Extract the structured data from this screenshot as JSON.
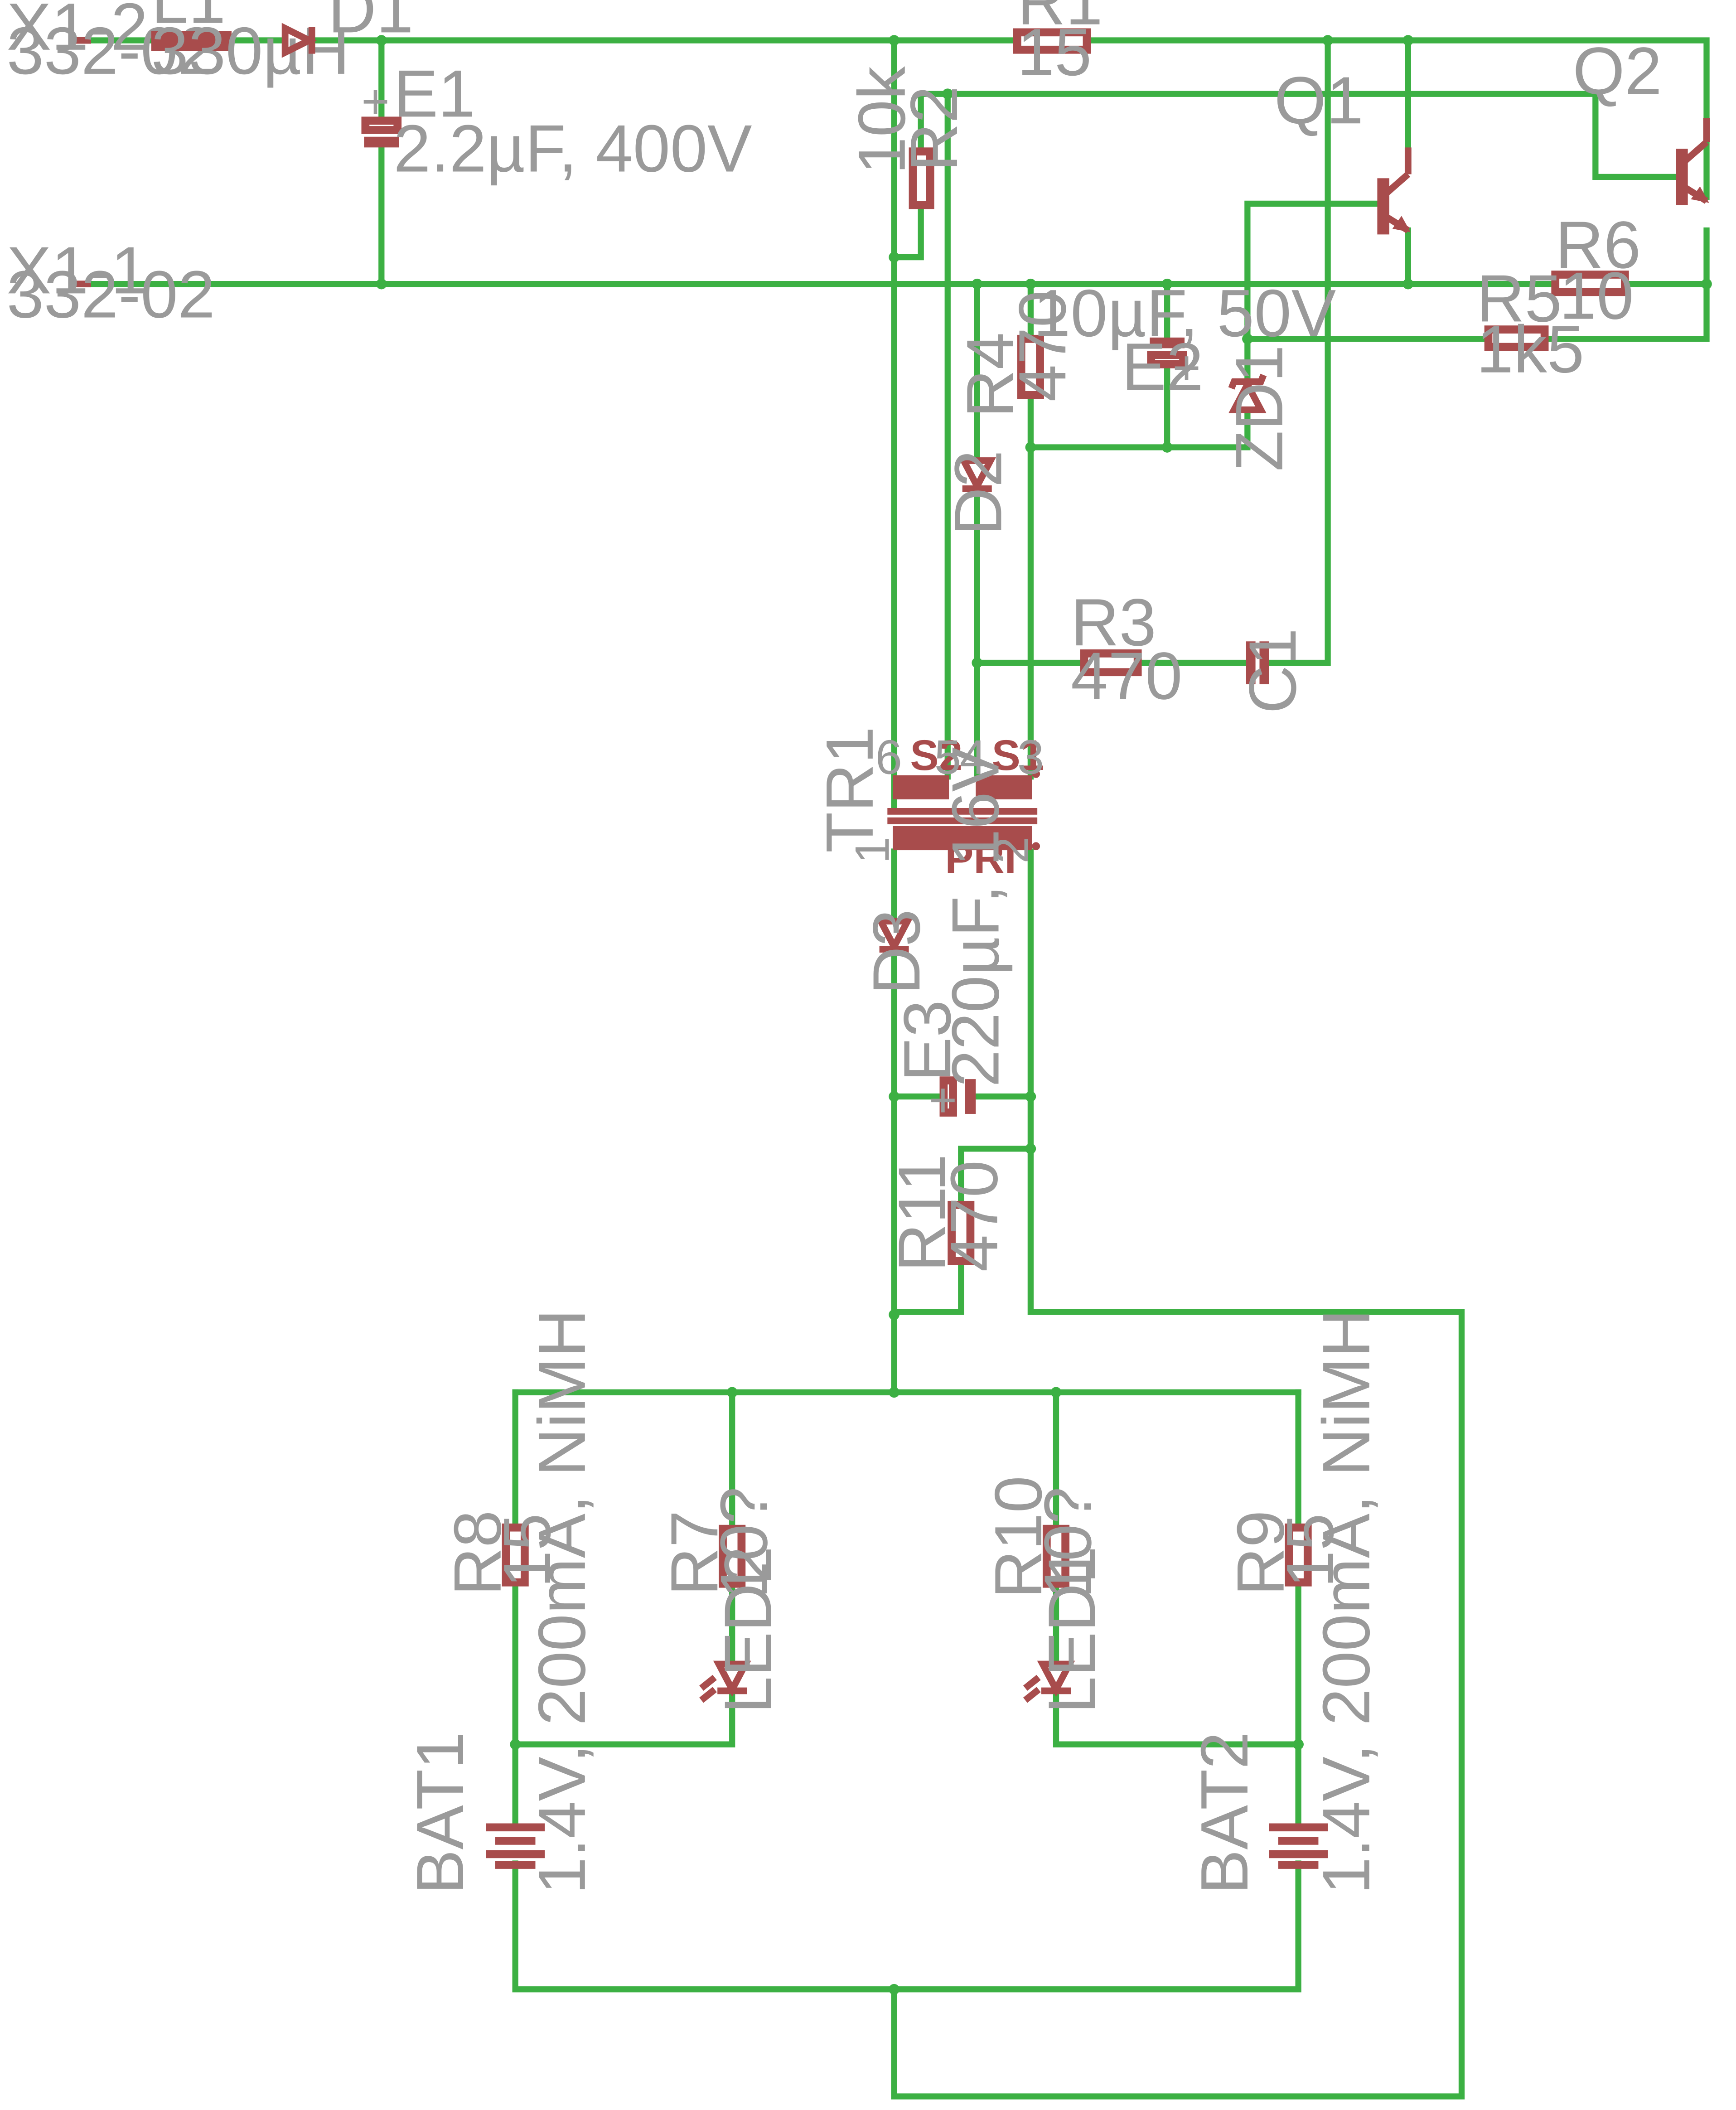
{
  "colors": {
    "wire": "#3cb043",
    "symbol": "#a84c4c",
    "label": "#9a9a9a",
    "background": "#ffffff"
  },
  "connectors": {
    "x1_2": {
      "name": "X1-2",
      "type": "332-02"
    },
    "x1_1": {
      "name": "X1-1",
      "type": "332-02"
    }
  },
  "components": {
    "L1": {
      "name": "L1",
      "value": "330µH"
    },
    "D1": {
      "name": "D1"
    },
    "E1": {
      "name": "E1",
      "value": "2.2µF, 400V"
    },
    "R1": {
      "name": "R1",
      "value": "15"
    },
    "R2": {
      "name": "R2",
      "value": "10k"
    },
    "Q1": {
      "name": "Q1"
    },
    "Q2": {
      "name": "Q2"
    },
    "R6": {
      "name": "R6",
      "value": "10"
    },
    "R5": {
      "name": "R5",
      "value": "1k5"
    },
    "R4": {
      "name": "R4",
      "value": "470"
    },
    "E2": {
      "name": "E2",
      "value": "10µF, 50V"
    },
    "ZD1": {
      "name": "ZD1"
    },
    "D2": {
      "name": "D2"
    },
    "R3": {
      "name": "R3",
      "value": "470"
    },
    "C1": {
      "name": "C1"
    },
    "TR1": {
      "name": "TR1",
      "windings": {
        "s2": "S2",
        "s1": "S1",
        "pri": "PRI"
      },
      "pins": {
        "p1": "1",
        "p2": "2",
        "p3": "3",
        "p4": "4",
        "p5": "5",
        "p6": "6"
      }
    },
    "D3": {
      "name": "D3"
    },
    "E3": {
      "name": "E3",
      "value": "220µF, 16V"
    },
    "R11": {
      "name": "R11",
      "value": "470"
    },
    "R8": {
      "name": "R8",
      "value": "15"
    },
    "R7": {
      "name": "R7",
      "value": "10?"
    },
    "R10": {
      "name": "R10",
      "value": "10?"
    },
    "R9": {
      "name": "R9",
      "value": "15"
    },
    "LED2": {
      "name": "LED2"
    },
    "LED1": {
      "name": "LED1"
    },
    "BAT1": {
      "name": "BAT1",
      "value": "1.4V, 200mA, NiMH"
    },
    "BAT2": {
      "name": "BAT2",
      "value": "1.4V, 200mA, NiMH"
    }
  }
}
